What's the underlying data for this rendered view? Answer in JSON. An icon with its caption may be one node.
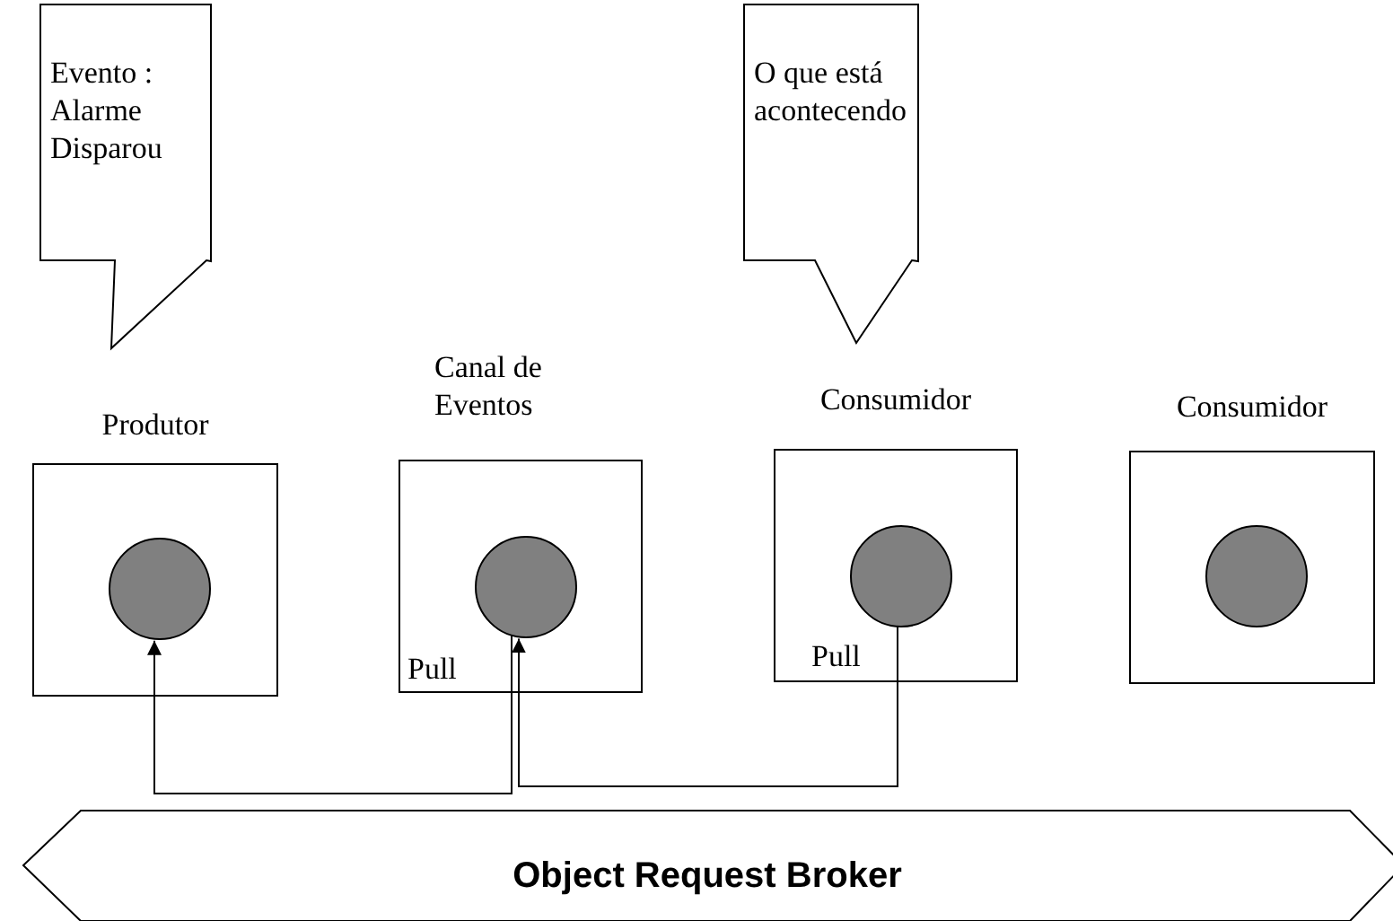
{
  "diagram": {
    "nodes": [
      {
        "text": [
          "Evento : Alarme Disparou"
        ]
      },
      {
        "text": [
          "O que está acontecendo"
        ]
      },
      {
        "text": [
          "Produtor"
        ]
      },
      {
        "text": [],
        "shape": "circle",
        "in": 2
      },
      {
        "text": [
          "Canal de Eventos"
        ]
      },
      {
        "text": [],
        "shape": "circle",
        "in": 4
      },
      {
        "text": [
          "Consumidor"
        ]
      },
      {
        "text": [],
        "shape": "circle",
        "in": 6
      },
      {
        "text": [
          "Consumidor"
        ]
      },
      {
        "text": [],
        "shape": "circle",
        "in": 8
      },
      {
        "text": [
          "Object Request Broker"
        ]
      }
    ],
    "edges": [
      {
        "from": 5,
        "to": 3,
        "arrow": "to",
        "label": "Pull"
      },
      {
        "from": 7,
        "to": 5,
        "arrow": "to",
        "label": "Pull"
      }
    ]
  }
}
